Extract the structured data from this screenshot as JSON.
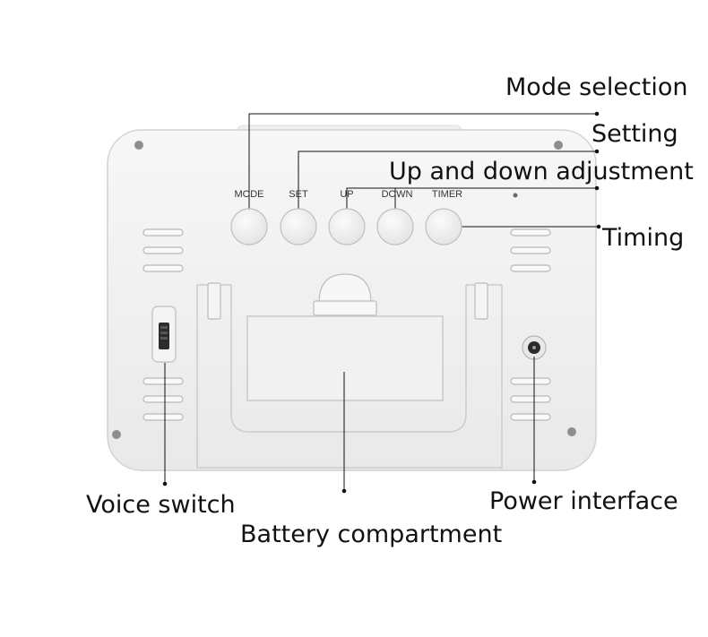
{
  "device": {
    "body_color": "#f2f2f2",
    "button_color": "#efefef",
    "line_color": "#111111",
    "buttons": [
      {
        "label": "MODE"
      },
      {
        "label": "SET"
      },
      {
        "label": "UP"
      },
      {
        "label": "DOWN"
      },
      {
        "label": "TIMER"
      }
    ]
  },
  "callouts": {
    "mode_selection": "Mode selection",
    "setting": "Setting",
    "up_down": "Up and down adjustment",
    "timing": "Timing",
    "voice_switch": "Voice switch",
    "battery": "Battery compartment",
    "power": "Power interface"
  }
}
